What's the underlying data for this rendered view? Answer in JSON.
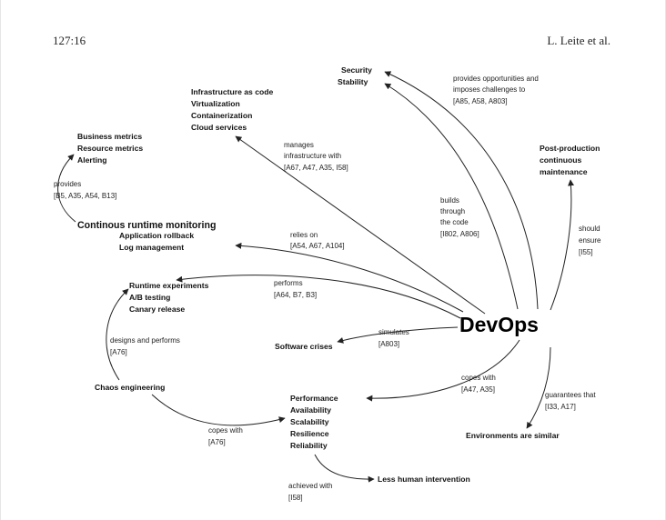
{
  "header": {
    "page_number": "127:16",
    "authors": "L. Leite et al."
  },
  "hub": "DevOps",
  "nodes": {
    "security": [
      "Security",
      "Stability"
    ],
    "infrastructure": [
      "Infrastructure as code",
      "Virtualization",
      "Containerization",
      "Cloud services"
    ],
    "business": [
      "Business metrics",
      "Resource metrics",
      "Alerting"
    ],
    "monitoring": "Continous runtime monitoring",
    "rollback": [
      "Application rollback",
      "Log management"
    ],
    "experiments": [
      "Runtime experiments",
      "A/B testing",
      "Canary release"
    ],
    "software_crises": "Software crises",
    "chaos": "Chaos engineering",
    "quality": [
      "Performance",
      "Availability",
      "Scalability",
      "Resilience",
      "Reliability"
    ],
    "less_human": "Less human intervention",
    "post_production": [
      "Post-production",
      "continuous",
      "maintenance"
    ],
    "environments": "Environments are similar"
  },
  "edges": {
    "opportunities": [
      "provides opportunities and",
      "imposes challenges to",
      "[A85, A58, A803]"
    ],
    "manages": [
      "manages",
      "infrastructure with",
      "[A67, A47, A35, I58]"
    ],
    "provides": [
      "provides",
      "[B5, A35, A54, B13]"
    ],
    "builds": [
      "builds",
      "through",
      "the code",
      "[I802, A806]"
    ],
    "should_ensure": [
      "should",
      "ensure",
      "[I55]"
    ],
    "relies_on": [
      "relies on",
      "[A54, A67, A104]"
    ],
    "performs": [
      "performs",
      "[A64, B7, B3]"
    ],
    "designs": [
      "designs and performs",
      "[A76]"
    ],
    "simulates": [
      "simulates",
      "[A803]"
    ],
    "copes_a47": [
      "copes with",
      "[A47, A35]"
    ],
    "guarantees": [
      "guarantees that",
      "[I33, A17]"
    ],
    "copes_a76": [
      "copes with",
      "[A76]"
    ],
    "achieved": [
      "achieved with",
      "[I58]"
    ]
  }
}
